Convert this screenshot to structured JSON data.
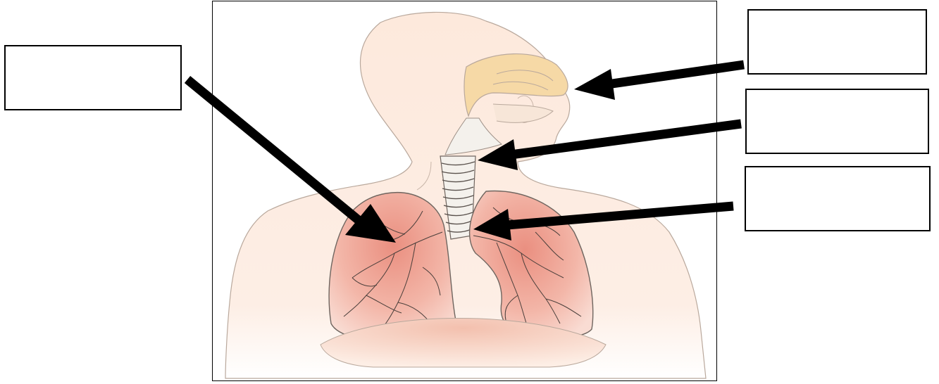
{
  "diagram": {
    "subject": "human-respiratory-system",
    "label_boxes": [
      {
        "id": "left",
        "text": ""
      },
      {
        "id": "right-1",
        "text": ""
      },
      {
        "id": "right-2",
        "text": ""
      },
      {
        "id": "right-3",
        "text": ""
      }
    ],
    "colors": {
      "skin": "#fde9dc",
      "skin_outline": "#b9a89c",
      "nasal": "#f6d9a6",
      "lung": "#f3b6a8",
      "lung_center": "#ea8f80",
      "trachea": "#f4f1ec",
      "arrow": "#000000"
    }
  }
}
